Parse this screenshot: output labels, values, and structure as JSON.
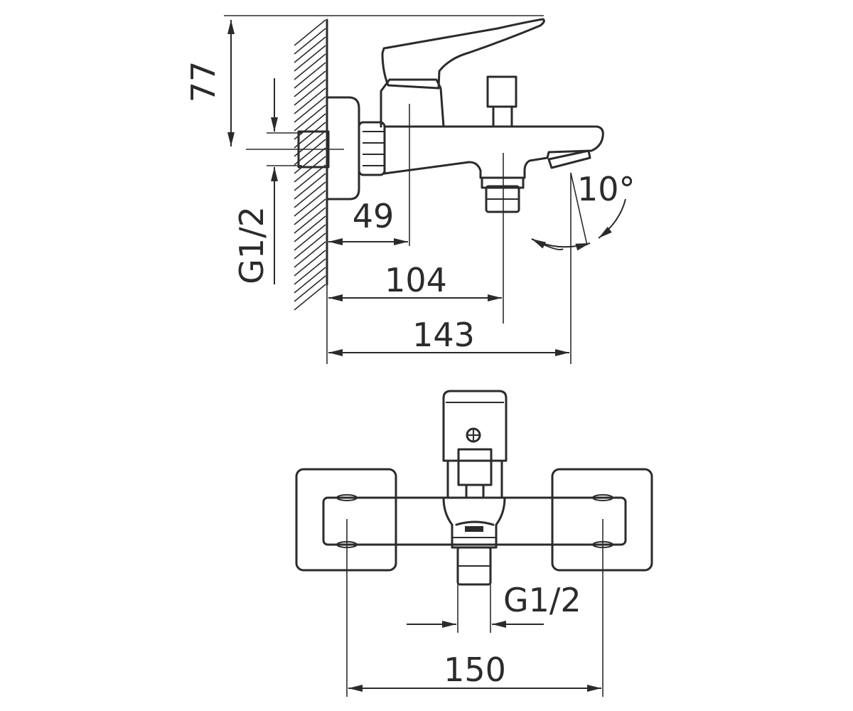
{
  "side_view": {
    "dim_height": "77",
    "dim_thread": "G1/2",
    "dim_49": "49",
    "dim_104": "104",
    "dim_143": "143",
    "dim_angle": "10°"
  },
  "front_view": {
    "dim_thread": "G1/2",
    "dim_150": "150"
  },
  "colors": {
    "line": "#2b2b2b",
    "background": "#ffffff"
  }
}
